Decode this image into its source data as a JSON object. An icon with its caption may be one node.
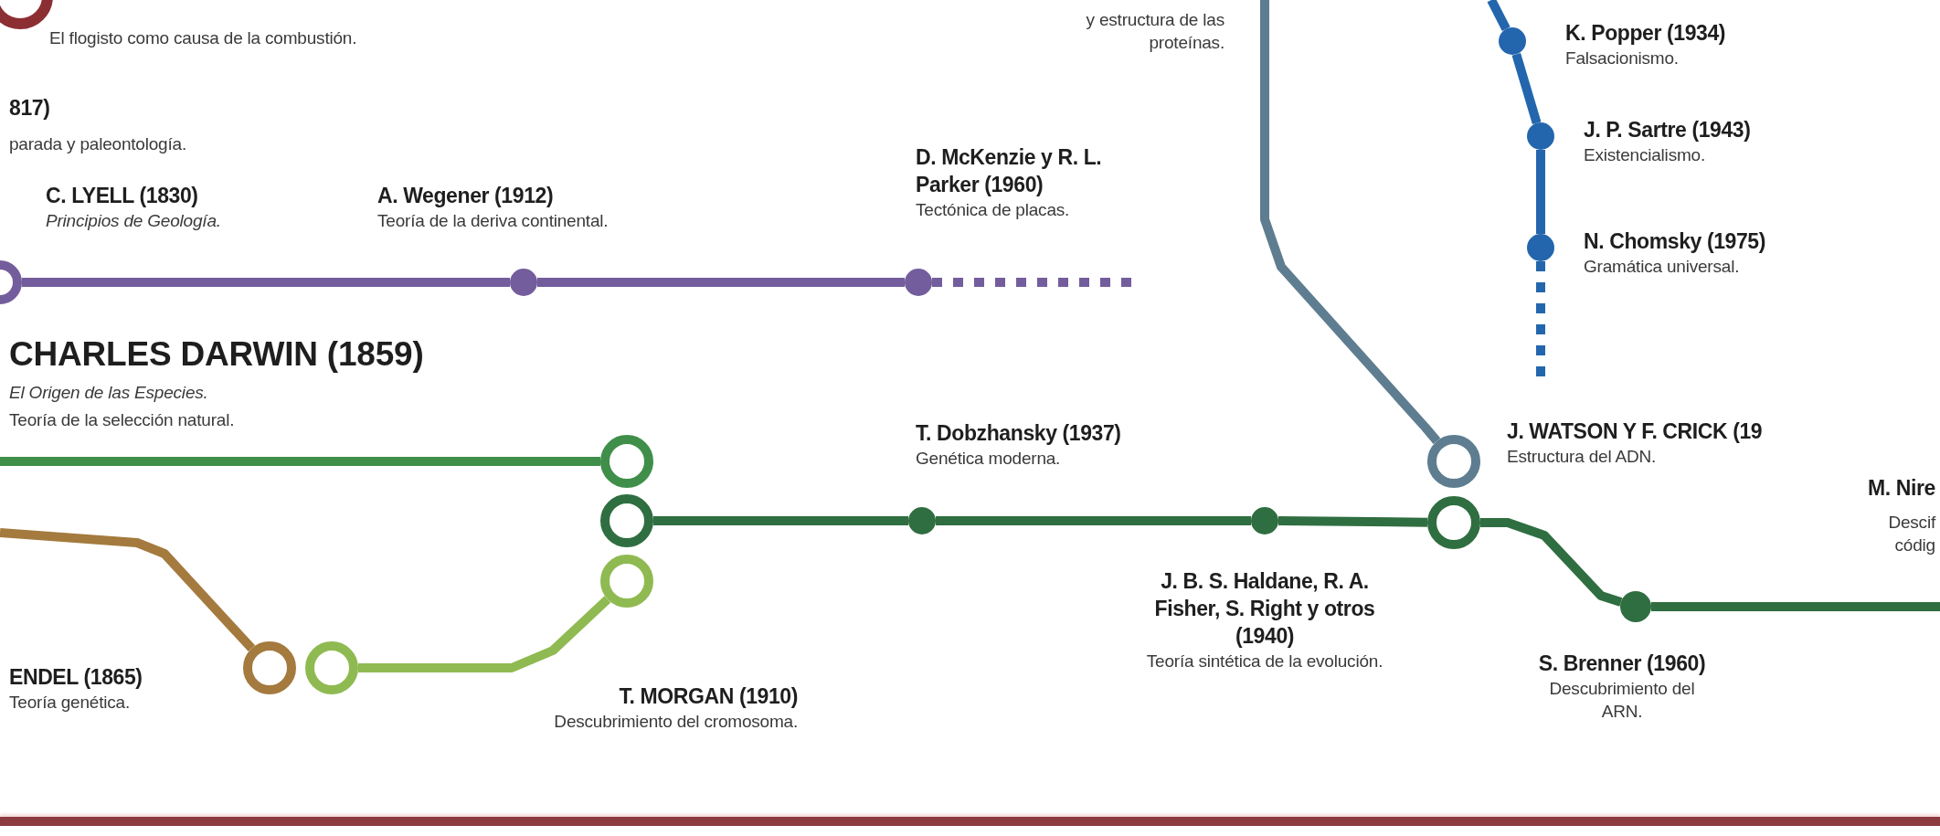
{
  "diagram": {
    "nodes": [
      {
        "text": [],
        "shape": "circle",
        "beside": [
          "El flogisto como causa de la combustión."
        ]
      },
      {
        "text": [],
        "shape": "circle",
        "beside": [
          "K. Popper (1934)",
          "Falsacionismo."
        ]
      },
      {
        "text": [],
        "shape": "circle",
        "beside": [
          "J. P. Sartre (1943)",
          "Existencialismo."
        ]
      },
      {
        "text": [],
        "shape": "circle",
        "beside": [
          "N. Chomsky (1975)",
          "Gramática universal."
        ]
      },
      {
        "text": [],
        "shape": "circle",
        "beside": [
          "C. LYELL (1830)",
          "Principios de Geología."
        ]
      },
      {
        "text": [],
        "shape": "circle",
        "beside": [
          "A. Wegener (1912)",
          "Teoría de la deriva continental."
        ]
      },
      {
        "text": [],
        "shape": "circle",
        "beside": [
          "D. McKenzie y R. L. Parker (1960)",
          "Tectónica de placas."
        ]
      },
      {
        "text": [],
        "shape": "circle"
      },
      {
        "text": [],
        "shape": "circle"
      },
      {
        "text": [],
        "shape": "circle",
        "beside": [
          "T. MORGAN (1910)",
          "Descubrimiento del cromosoma."
        ]
      },
      {
        "text": [],
        "shape": "circle",
        "beside": [
          "ENDEL (1865)",
          "Teoría genética."
        ]
      },
      {
        "text": [],
        "shape": "circle"
      },
      {
        "text": [],
        "shape": "circle",
        "beside": [
          "T. Dobzhansky (1937)",
          "Genética moderna."
        ]
      },
      {
        "text": [],
        "shape": "circle",
        "beside": [
          "J. B. S. Haldane, R. A. Fisher, S. Right y otros (1940)",
          "Teoría sintética de la evolución."
        ]
      },
      {
        "text": [],
        "shape": "circle",
        "beside": [
          "J. WATSON Y F. CRICK (19",
          "Estructura del ADN."
        ]
      },
      {
        "text": [],
        "shape": "circle"
      },
      {
        "text": [],
        "shape": "circle",
        "beside": [
          "S. Brenner (1960)",
          "Descubrimiento del ARN."
        ]
      }
    ],
    "edges": [
      {
        "from": null,
        "to": 7,
        "arrow": "none",
        "color": "#3f8f4a"
      },
      {
        "from": null,
        "to": 10,
        "arrow": "none",
        "color": "#a47a3e"
      },
      {
        "from": 11,
        "to": 9,
        "arrow": "none",
        "color": "#8fba52"
      },
      {
        "from": 8,
        "to": 12,
        "arrow": "none",
        "color": "#2f6e40"
      },
      {
        "from": 12,
        "to": 13,
        "arrow": "none",
        "color": "#2f6e40"
      },
      {
        "from": 13,
        "to": 15,
        "arrow": "none",
        "color": "#2f6e40"
      },
      {
        "from": 15,
        "to": 16,
        "arrow": "none",
        "color": "#2f6e40"
      },
      {
        "from": 16,
        "to": null,
        "arrow": "none",
        "color": "#2f6e40"
      },
      {
        "from": null,
        "to": 14,
        "arrow": "none",
        "color": "#5f7d90"
      },
      {
        "from": null,
        "to": 1,
        "arrow": "none",
        "color": "#2466ad"
      },
      {
        "from": 1,
        "to": 2,
        "arrow": "none",
        "color": "#2466ad"
      },
      {
        "from": 2,
        "to": 3,
        "arrow": "none",
        "color": "#2466ad"
      },
      {
        "from": 3,
        "to": null,
        "arrow": "none",
        "style": "dashed",
        "color": "#2466ad"
      },
      {
        "from": 4,
        "to": 5,
        "arrow": "none",
        "color": "#735d9c"
      },
      {
        "from": 5,
        "to": 6,
        "arrow": "none",
        "color": "#735d9c"
      },
      {
        "from": 6,
        "to": null,
        "arrow": "none",
        "style": "dashed",
        "color": "#735d9c"
      }
    ],
    "labels": [
      "y estructura de las proteínas.",
      "817)",
      "parada y paleontología.",
      "CHARLES DARWIN (1859)",
      "El Origen de las Especies.",
      "Teoría de la selección natural.",
      "M. Nire",
      "Descif códig"
    ]
  }
}
